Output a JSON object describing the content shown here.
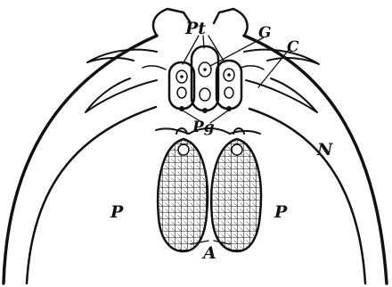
{
  "labels": {
    "pt": "Pt",
    "g": "G",
    "c": "C",
    "pg": "Pg",
    "n": "N",
    "p_left": "P",
    "p_right": "P",
    "a": "A"
  },
  "colors": {
    "ink": "#111111",
    "paper": "#ffffff"
  }
}
